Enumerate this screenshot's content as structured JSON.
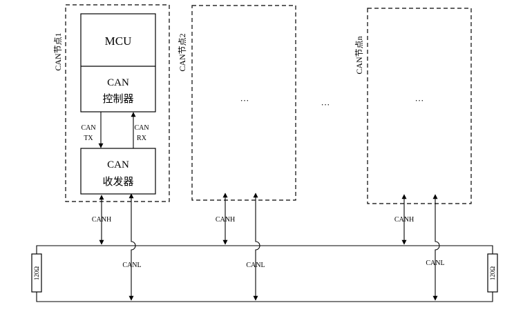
{
  "nodes": [
    {
      "label": "CAN节点1"
    },
    {
      "label": "CAN节点2"
    },
    {
      "label": "CAN节点n"
    }
  ],
  "mcu": {
    "label": "MCU"
  },
  "controller": {
    "line1": "CAN",
    "line2": "控制器"
  },
  "transceiver": {
    "line1": "CAN",
    "line2": "收发器"
  },
  "signals": {
    "tx_line1": "CAN",
    "tx_line2": "TX",
    "rx_line1": "CAN",
    "rx_line2": "RX"
  },
  "placeholders": {
    "node2_ellipsis": "···",
    "gap_ellipsis": "···",
    "noden_ellipsis": "···"
  },
  "bus": {
    "canh": "CANH",
    "canl": "CANL",
    "terminator_left": "120Ω",
    "terminator_right": "120Ω"
  }
}
